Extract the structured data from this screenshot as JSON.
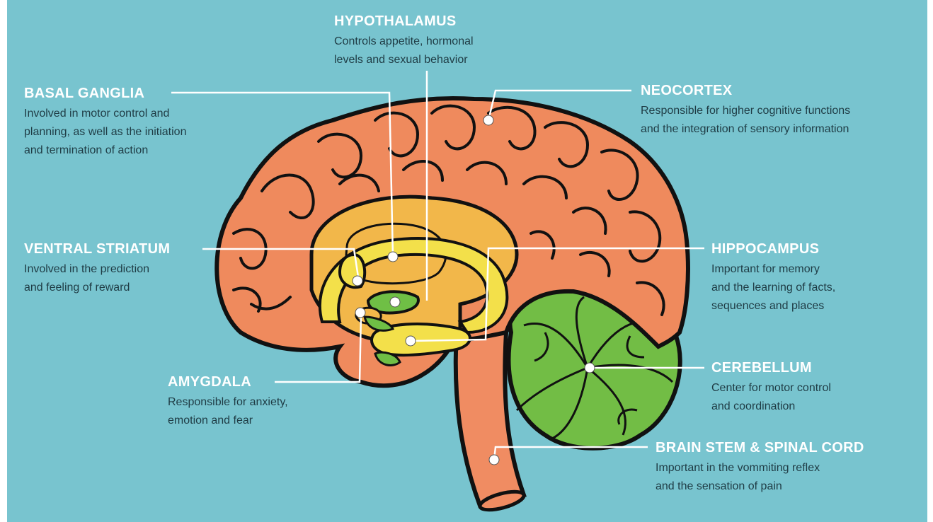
{
  "colors": {
    "background": "#78c4cf",
    "cortex": "#ef8a5d",
    "basal_ganglia": "#f2b74a",
    "striatum": "#f3e04a",
    "limbic_green": "#6fbf45",
    "cerebellum": "#72bd45",
    "stem": "#f08c62",
    "outline": "#111111",
    "leader": "#ffffff",
    "title": "#ffffff",
    "body": "#1f3c45"
  },
  "labels": {
    "hypothalamus": {
      "title": "HYPOTHALAMUS",
      "text": [
        "Controls appetite, hormonal",
        "levels and sexual behavior"
      ]
    },
    "basal_ganglia": {
      "title": "BASAL GANGLIA",
      "text": [
        "Involved in motor control and",
        "planning, as well as the initiation",
        "and termination of action"
      ]
    },
    "neocortex": {
      "title": "NEOCORTEX",
      "text": [
        "Responsible for higher cognitive functions",
        "and the integration of sensory information"
      ]
    },
    "ventral_striatum": {
      "title": "VENTRAL STRIATUM",
      "text": [
        "Involved in the prediction",
        "and feeling of reward"
      ]
    },
    "hippocampus": {
      "title": "HIPPOCAMPUS",
      "text": [
        "Important for memory",
        "and the learning of facts,",
        "sequences and places"
      ]
    },
    "amygdala": {
      "title": "AMYGDALA",
      "text": [
        "Responsible for anxiety,",
        "emotion and fear"
      ]
    },
    "cerebellum": {
      "title": "CEREBELLUM",
      "text": [
        "Center for motor control",
        "and coordination"
      ]
    },
    "brain_stem": {
      "title": "BRAIN STEM & SPINAL CORD",
      "text": [
        "Important in the vommiting reflex",
        "and the sensation of pain"
      ]
    }
  }
}
